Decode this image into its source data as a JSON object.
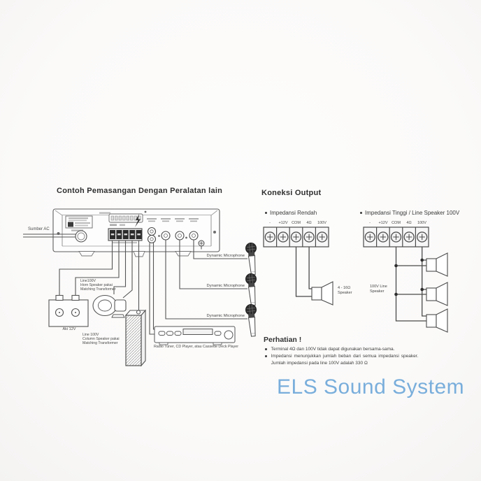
{
  "watermark": {
    "text": "ELS Sound System",
    "color": "#68a4d8"
  },
  "left_diagram": {
    "title": "Contoh Pemasangan Dengan Peralatan lain",
    "ac_source_label": "Sumber AC",
    "battery_label": "Aki 12V",
    "horn_speaker_label": {
      "line1": "Line100V",
      "line2": "Horn Speaker pakai",
      "line3": "Matching Transformer"
    },
    "column_speaker_label": {
      "line1": "Line 100V",
      "line2": "Column Speaker pakai",
      "line3": "Matching Transformer"
    },
    "player_label": "Radio Tuner, CD Player, atau Cassette Deck Player",
    "microphone_labels": [
      "Dynamic Microphone",
      "Dynamic Microphone",
      "Dynamic Microphone"
    ]
  },
  "right_diagram": {
    "title": "Koneksi Output",
    "low_impedance": {
      "heading": "Impedansi Rendah",
      "terminals": [
        "-",
        "+12V",
        "COM",
        "4Ω",
        "100V"
      ],
      "speaker_line1": "4 - 16Ω",
      "speaker_line2": "Speaker"
    },
    "high_impedance": {
      "heading": "Impedansi Tinggi / Line Speaker 100V",
      "terminals": [
        "-",
        "+12V",
        "COM",
        "4Ω",
        "100V"
      ],
      "speaker_line1": "100V Line",
      "speaker_line2": "Speaker"
    },
    "notes": {
      "heading": "Perhatian !",
      "item1": "Terminal 4Ω dan 100V tidak dapat digunakan bersama-sama.",
      "item2_line1": "Impedansi menunjukkan jumlah beban dari semua impedansi speaker.",
      "item2_line2": "Jumlah impedansi pada line 100V adalah 330 Ω"
    }
  }
}
